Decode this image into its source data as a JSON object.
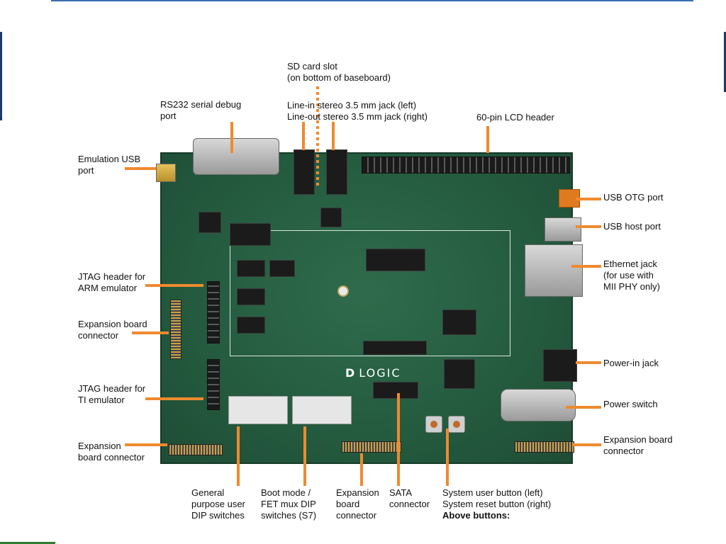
{
  "labels": {
    "sd_card": [
      "SD card slot",
      "(on bottom of baseboard)"
    ],
    "rs232": [
      "RS232 serial debug",
      "port"
    ],
    "audio": [
      "Line-in stereo 3.5 mm jack (left)",
      "Line-out stereo 3.5 mm jack (right)"
    ],
    "lcd": [
      "60-pin LCD header"
    ],
    "emulation_usb": [
      "Emulation USB",
      "port"
    ],
    "usb_otg": [
      "USB OTG port"
    ],
    "usb_host": [
      "USB host port"
    ],
    "ethernet": [
      "Ethernet jack",
      "(for use with",
      "MII PHY only)"
    ],
    "jtag_arm": [
      "JTAG header for",
      "ARM emulator"
    ],
    "expansion_left": [
      "Expansion board",
      "connector"
    ],
    "jtag_ti": [
      "JTAG header for",
      "TI emulator"
    ],
    "power_in": [
      "Power-in jack"
    ],
    "power_switch": [
      "Power switch"
    ],
    "expansion_bottom_left": [
      "Expansion",
      "board connector"
    ],
    "expansion_right": [
      "Expansion board",
      "connector"
    ],
    "gp_dip": [
      "General",
      "purpose user",
      "DIP switches"
    ],
    "boot_dip": [
      "Boot mode /",
      "FET mux DIP",
      "switches (S7)"
    ],
    "expansion_bottom": [
      "Expansion",
      "board",
      "connector"
    ],
    "sata": [
      "SATA",
      "connector"
    ],
    "buttons": [
      "System user button (left)",
      "System reset button (right)",
      "Above buttons:"
    ]
  },
  "board_text": {
    "logo": "LOGIC"
  },
  "colors": {
    "leader": "#ef8a2e",
    "board": "#255c40"
  }
}
